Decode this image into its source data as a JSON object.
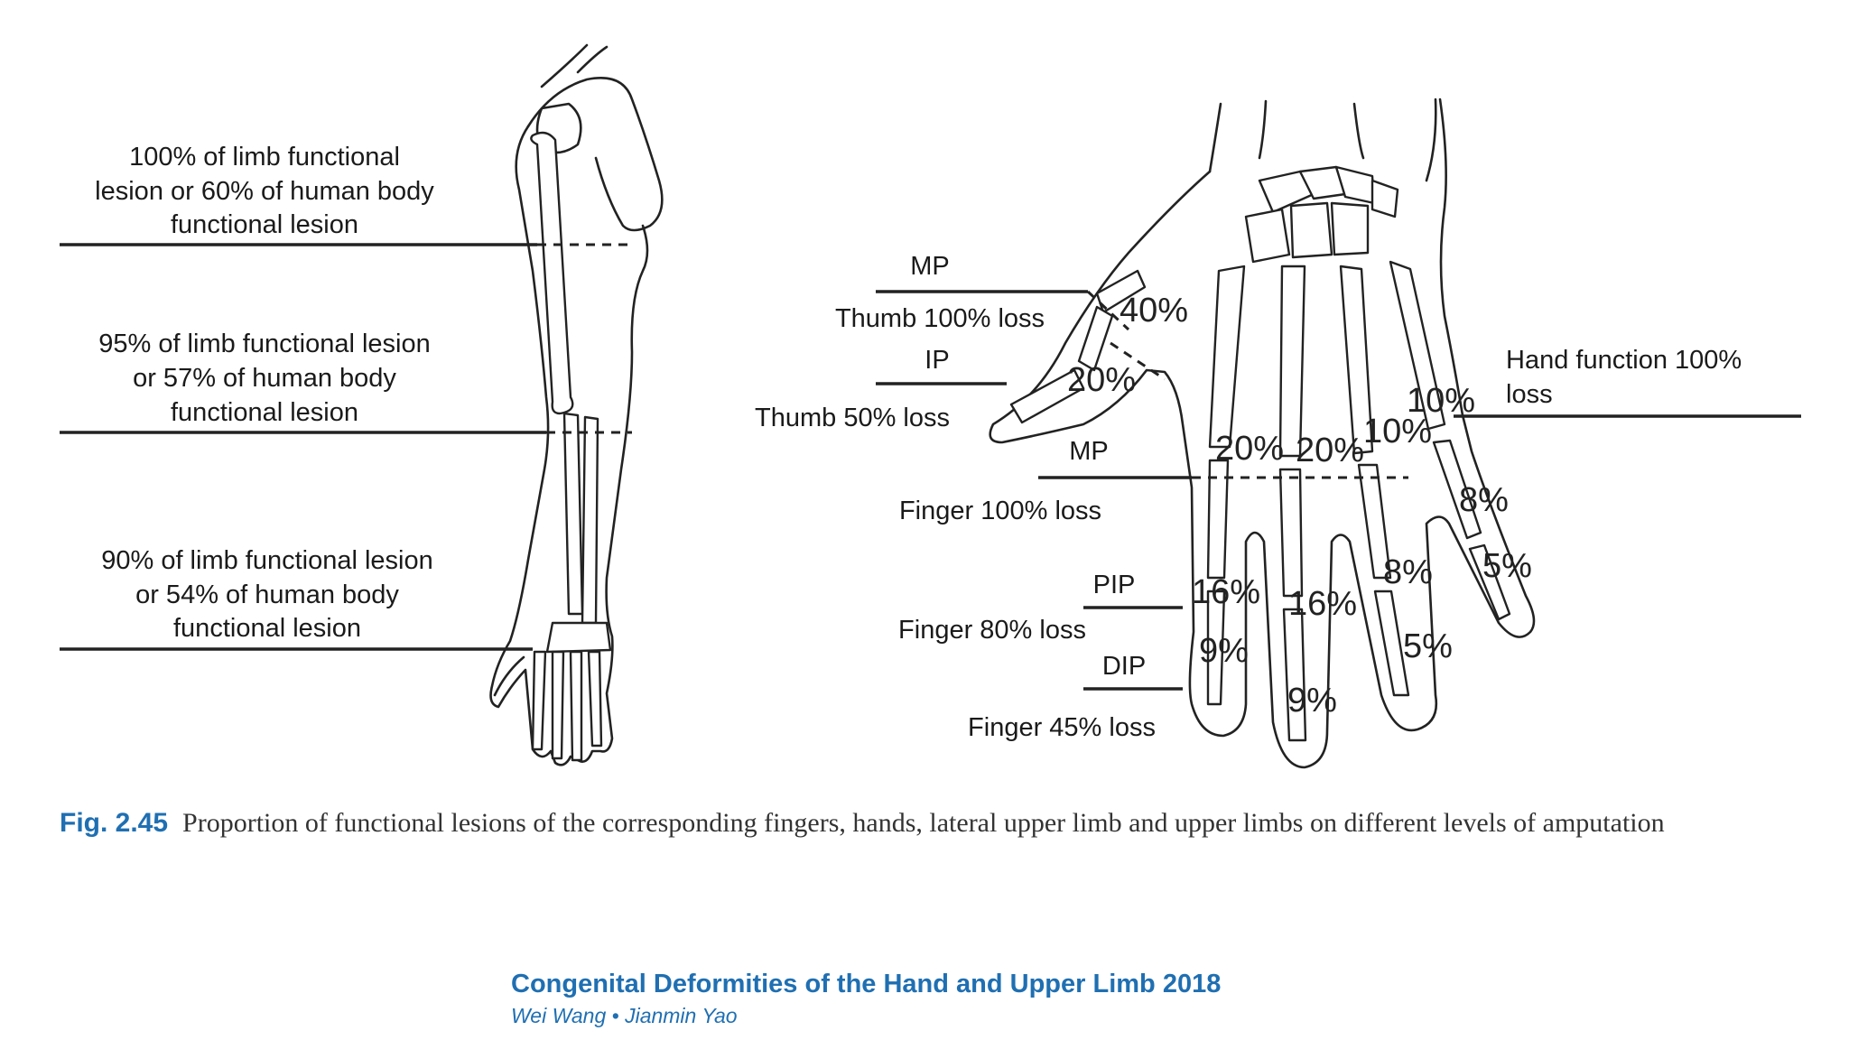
{
  "arm": {
    "level_1": [
      "100% of limb functional",
      "lesion or 60% of human body",
      "functional lesion"
    ],
    "level_2": [
      "95% of limb functional lesion",
      "or 57% of human body",
      "functional lesion"
    ],
    "level_3": [
      "90% of limb functional lesion",
      "or 54% of human body",
      "functional lesion"
    ]
  },
  "hand": {
    "thumb": {
      "mp_label": "MP",
      "mp_loss": "Thumb 100% loss",
      "ip_label": "IP",
      "ip_loss": "Thumb 50% loss",
      "mp_pct": "40%",
      "ip_pct": "20%"
    },
    "finger": {
      "mp_label": "MP",
      "mp_loss": "Finger 100% loss",
      "pip_label": "PIP",
      "pip_loss": "Finger 80% loss",
      "dip_label": "DIP",
      "dip_loss": "Finger 45% loss"
    },
    "hand_function": [
      "Hand function 100%",
      "loss"
    ],
    "percentages": {
      "index_mp": "20%",
      "index_pip": "16%",
      "index_dip": "9%",
      "middle_mp": "20%",
      "middle_pip": "16%",
      "middle_dip": "9%",
      "ring_mp": "10%",
      "ring_pip": "8%",
      "ring_dip": "5%",
      "little_mp": "10%",
      "little_pip": "8%",
      "little_dip": "5%"
    }
  },
  "caption": {
    "fig_number": "Fig. 2.45",
    "text": "Proportion of functional lesions of the corresponding fingers, hands, lateral upper limb and upper limbs on different levels of amputation"
  },
  "footer": {
    "book_title": "Congenital Deformities of the Hand and Upper Limb 2018",
    "authors": "Wei Wang • Jianmin Yao"
  },
  "colors": {
    "accent_blue": "#1f6fb2",
    "ink": "#222222"
  }
}
